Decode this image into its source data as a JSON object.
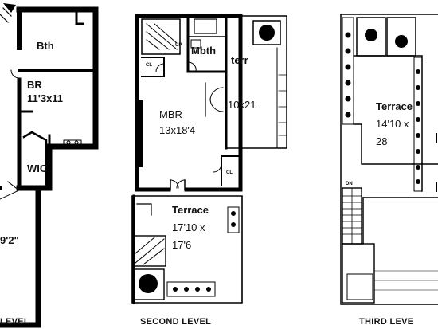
{
  "levels": {
    "first": {
      "caption": "LEVEL",
      "rooms": {
        "bath": "Bth",
        "bedroom_name": "BR",
        "bedroom_size": "11'3x11",
        "closet": "WIC",
        "living_size": "9'2\""
      }
    },
    "second": {
      "caption": "SECOND LEVEL",
      "rooms": {
        "master_bath": "Mbth",
        "terrace_small": "terr",
        "terrace_small_size": "10x21",
        "master_bedroom_name": "MBR",
        "master_bedroom_size": "13x18'4",
        "closet_1": "CL",
        "closet_2": "CL",
        "terrace_name": "Terrace",
        "terrace_size_1": "17'10 x",
        "terrace_size_2": "17'6",
        "up_mark": "UP"
      }
    },
    "third": {
      "caption": "THIRD LEVE",
      "rooms": {
        "terrace_name": "Terrace",
        "terrace_size_1": "14'10 x",
        "terrace_size_2": "28",
        "dn_mark": "DN"
      }
    }
  }
}
